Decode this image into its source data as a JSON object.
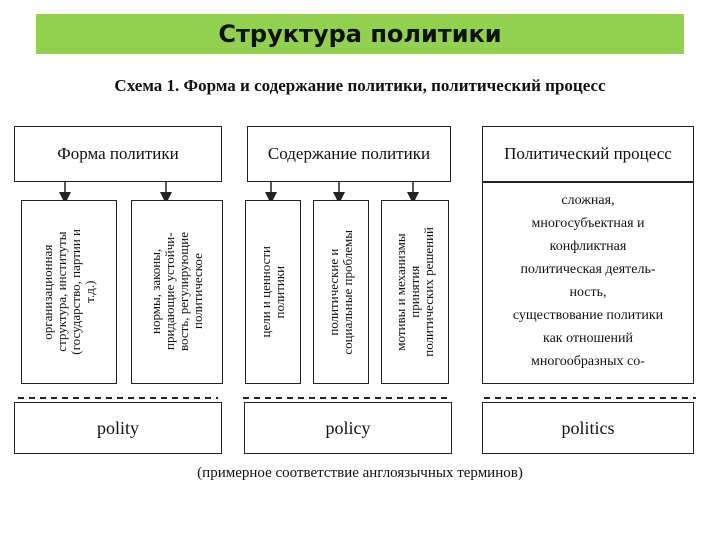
{
  "slide_title": "Структура политики",
  "subtitle": "Схема 1. Форма и содержание политики, политический процесс",
  "columns": [
    {
      "header": "Форма политики",
      "items": [
        "организационная\nструктура, институты\n(государство, партии и\nт.д.)",
        "нормы, законы,\nпридающие устойчи-\nвость, регулирующие\nполитическое"
      ],
      "term": "polity"
    },
    {
      "header": "Содержание политики",
      "items": [
        "цели и ценности\nполитики",
        "политические и\nсоциальные проблемы",
        "мотивы и механизмы\nпринятия\nполитических решений"
      ],
      "term": "policy"
    },
    {
      "header": "Политический процесс",
      "description_lines": [
        "сложная,",
        "многосубъектная и",
        "конфликтная",
        "политическая деятель-",
        "ность,",
        "существование политики",
        "как отношений",
        "многообразных со-"
      ],
      "term": "politics"
    }
  ],
  "footnote": "(примерное соответствие англоязычных терминов)"
}
